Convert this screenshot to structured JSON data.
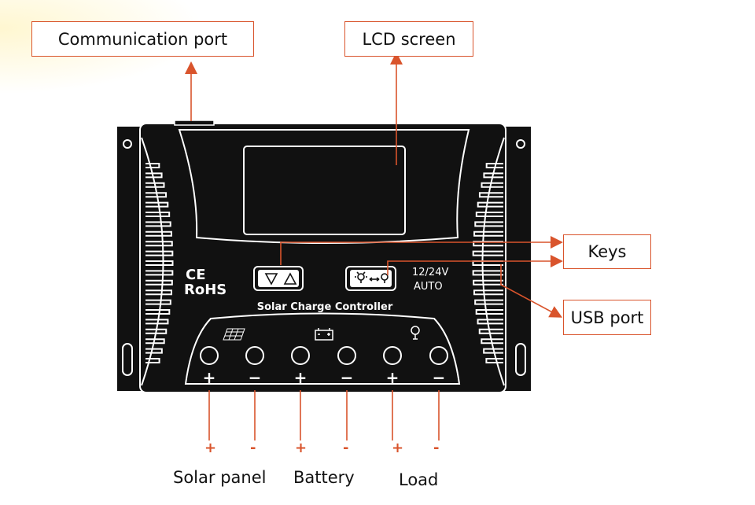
{
  "callouts": {
    "communication_port": "Communication port",
    "lcd_screen": "LCD screen",
    "keys": "Keys",
    "usb_port": "USB port"
  },
  "device": {
    "ce_mark": "CE",
    "rohs_mark": "RoHS",
    "voltage": "12/24V",
    "mode": "AUTO",
    "title": "Solar Charge Controller",
    "terminal_signs": [
      "+",
      "−",
      "+",
      "−",
      "+",
      "−"
    ]
  },
  "bottom_labels": {
    "solar_panel": "Solar panel",
    "battery": "Battery",
    "load": "Load"
  },
  "polarity_marks": [
    "+",
    "-",
    "+",
    "-",
    "+",
    "-"
  ],
  "colors": {
    "accent": "#d9542c",
    "device_body": "#111111",
    "outline": "#ffffff"
  },
  "icons": [
    "up-arrow-icon",
    "solar-panel-icon",
    "battery-icon",
    "bulb-icon",
    "light-switch-icon",
    "down-triangle-icon",
    "up-triangle-icon"
  ]
}
